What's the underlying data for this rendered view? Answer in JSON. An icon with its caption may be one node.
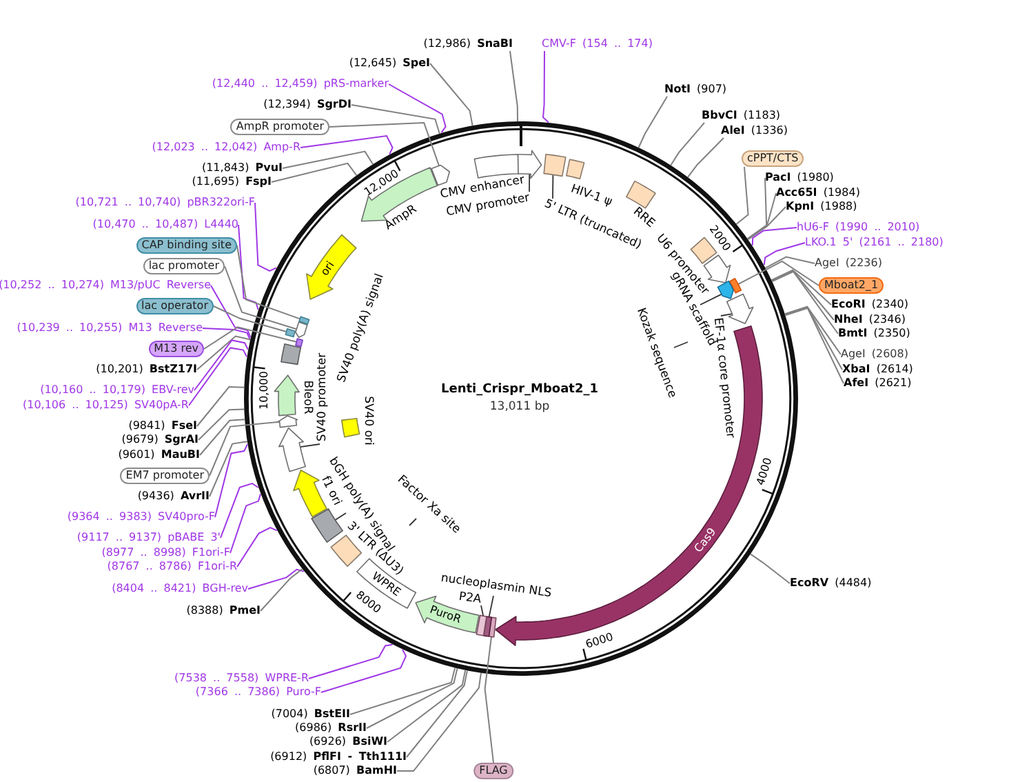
{
  "diagram": {
    "title": "Lenti_Crispr_Mboat2_1",
    "nodes": [
      {
        "text": [
          "(12,986) **SnaBI**"
        ]
      },
      {
        "text": [
          "CMV-F (154 .. 174)"
        ]
      },
      {
        "text": [
          "(12,645) **SpeI**"
        ]
      },
      {
        "text": [
          "(12,440 .. 12,459) pRS-marker"
        ]
      },
      {
        "text": [
          "(12,394) **SgrDI**"
        ]
      },
      {
        "text": [
          "AmpR promoter"
        ]
      },
      {
        "text": [
          "(12,023 .. 12,042) Amp-R"
        ]
      },
      {
        "text": [
          "(11,843) **PvuI**"
        ]
      },
      {
        "text": [
          "(11,695) **FspI**"
        ]
      },
      {
        "text": [
          "(10,721 .. 10,740) pBR322ori-F"
        ]
      },
      {
        "text": [
          "(10,470 .. 10,487) L4440"
        ]
      },
      {
        "text": [
          "CAP binding site"
        ]
      },
      {
        "text": [
          "lac promoter"
        ]
      },
      {
        "text": [
          "(10,252 .. 10,274) M13/pUC Reverse"
        ]
      },
      {
        "text": [
          "lac operator"
        ]
      },
      {
        "text": [
          "(10,239 .. 10,255) M13 Reverse"
        ]
      },
      {
        "text": [
          "M13 rev"
        ]
      },
      {
        "text": [
          "(10,201) **BstZ17I**"
        ]
      },
      {
        "text": [
          "(10,160 .. 10,179) EBV-rev"
        ]
      },
      {
        "text": [
          "(10,106 .. 10,125) SV40pA-R"
        ]
      },
      {
        "text": [
          "(9841) **FseI**"
        ]
      },
      {
        "text": [
          "(9679) **SgrAI**"
        ]
      },
      {
        "text": [
          "(9601) **MauBI**"
        ]
      },
      {
        "text": [
          "EM7 promoter"
        ]
      },
      {
        "text": [
          "(9436) **AvrII**"
        ]
      },
      {
        "text": [
          "(9364 .. 9383) SV40pro-F"
        ]
      },
      {
        "text": [
          "(9117 .. 9137) pBABE 3'"
        ]
      },
      {
        "text": [
          "(8977 .. 8998) F1ori-F"
        ]
      },
      {
        "text": [
          "(8767 .. 8786) F1ori-R"
        ]
      },
      {
        "text": [
          "(8404 .. 8421) BGH-rev"
        ]
      },
      {
        "text": [
          "(8388) **PmeI**"
        ]
      },
      {
        "text": [
          "(7538 .. 7558) WPRE-R"
        ]
      },
      {
        "text": [
          "(7366 .. 7386) Puro-F"
        ]
      },
      {
        "text": [
          "(7004) **BstEII**"
        ]
      },
      {
        "text": [
          "(6986) **RsrII**"
        ]
      },
      {
        "text": [
          "(6926) **BsiWI**"
        ]
      },
      {
        "text": [
          "(6912) **PflFI - Tth111I**"
        ]
      },
      {
        "text": [
          "(6807) **BamHI**"
        ]
      },
      {
        "text": [
          "FLAG"
        ]
      },
      {
        "text": [
          "**NotI** (907)"
        ]
      },
      {
        "text": [
          "**BbvCI** (1183)"
        ]
      },
      {
        "text": [
          "**AleI** (1336)"
        ]
      },
      {
        "text": [
          "cPPT/CTS"
        ]
      },
      {
        "text": [
          "**PacI** (1980)"
        ]
      },
      {
        "text": [
          "**Acc65I** (1984)"
        ]
      },
      {
        "text": [
          "**KpnI** (1988)"
        ]
      },
      {
        "text": [
          "hU6-F (1990 .. 2010)"
        ]
      },
      {
        "text": [
          "LKO.1 5' (2161 .. 2180)"
        ]
      },
      {
        "text": [
          "AgeI (2236)"
        ]
      },
      {
        "text": [
          "Mboat2_1"
        ]
      },
      {
        "text": [
          "**EcoRI** (2340)"
        ]
      },
      {
        "text": [
          "**NheI** (2346)"
        ]
      },
      {
        "text": [
          "**BmtI** (2350)"
        ]
      },
      {
        "text": [
          "AgeI (2608)"
        ]
      },
      {
        "text": [
          "**XbaI** (2614)"
        ]
      },
      {
        "text": [
          "**AfeI** (2621)"
        ]
      },
      {
        "text": [
          "**EcoRV** (4484)"
        ]
      },
      {
        "text": [],
        "shape": "circle"
      },
      {
        "text": [],
        "shape": "arrow",
        "beside": [
          "AmpR"
        ],
        "in": 57
      },
      {
        "text": [],
        "shape": "arrow",
        "in": 57
      },
      {
        "text": [],
        "shape": "box",
        "beside": [
          "CMV enhancer"
        ],
        "in": 57
      },
      {
        "text": [],
        "shape": "arrow",
        "in": 57
      },
      {
        "text": [
          "CMV promoter"
        ],
        "in": 57
      },
      {
        "text": [],
        "shape": "box",
        "in": 57
      },
      {
        "text": [
          "5' LTR (truncated)"
        ],
        "in": 57
      },
      {
        "text": [],
        "shape": "box",
        "beside": [
          "HIV-1 ψ"
        ],
        "in": 57
      },
      {
        "text": [
          "RRE"
        ],
        "in": 57
      },
      {
        "text": [],
        "shape": "box",
        "in": 57
      },
      {
        "text": [],
        "shape": "arrow",
        "beside": [
          "U6 promoter"
        ],
        "in": 57
      },
      {
        "text": [],
        "shape": "bar",
        "in": 57
      },
      {
        "text": [],
        "shape": "arrow",
        "in": 57
      },
      {
        "text": [
          "gRNA scaffold"
        ],
        "in": 57
      },
      {
        "text": [],
        "shape": "arrow",
        "in": 57
      },
      {
        "text": [
          "EF-1α core promoter"
        ],
        "in": 57
      },
      {
        "text": [
          "Kozak sequence"
        ],
        "in": 57
      },
      {
        "text": [
          "Cas9"
        ],
        "in": 57
      },
      {
        "text": [],
        "shape": "bar",
        "in": 57
      },
      {
        "text": [],
        "shape": "bar",
        "in": 57
      },
      {
        "text": [
          "nucleoplasmin NLS"
        ],
        "in": 57
      },
      {
        "text": [],
        "shape": "bar",
        "in": 57
      },
      {
        "text": [
          "P2A"
        ],
        "in": 57
      },
      {
        "text": [
          "PuroR"
        ],
        "in": 57
      },
      {
        "text": [
          "WPRE"
        ],
        "in": 57
      },
      {
        "text": [],
        "shape": "box",
        "beside": [
          "3' LTR (ΔU3)"
        ],
        "in": 57
      },
      {
        "text": [],
        "shape": "box",
        "in": 57
      },
      {
        "text": [
          "bGH poly(A) signal"
        ],
        "in": 57
      },
      {
        "text": [],
        "shape": "arrow",
        "beside": [
          "f1 ori"
        ],
        "in": 57
      },
      {
        "text": [
          "Factor Xa site"
        ],
        "in": 57
      },
      {
        "text": [],
        "shape": "arrow",
        "in": 57
      },
      {
        "text": [
          "SV40 promoter"
        ],
        "in": 57
      },
      {
        "text": [],
        "shape": "box",
        "beside": [
          "SV40 ori"
        ],
        "in": 57
      },
      {
        "text": [],
        "shape": "arrow",
        "in": 57
      },
      {
        "text": [],
        "shape": "arrow",
        "beside": [
          "BleoR"
        ],
        "in": 57
      },
      {
        "text": [],
        "shape": "box",
        "in": 57
      },
      {
        "text": [],
        "shape": "bar",
        "in": 57
      },
      {
        "text": [],
        "shape": "bar",
        "in": 57
      },
      {
        "text": [],
        "shape": "arrow",
        "in": 57
      },
      {
        "text": [],
        "shape": "bar",
        "in": 57
      },
      {
        "text": [
          "ori"
        ],
        "in": 57
      }
    ],
    "edges": [
      {
        "from": 0,
        "to": 57,
        "arrow": "none"
      },
      {
        "from": 1,
        "to": 57,
        "arrow": "none",
        "color": "#a037e6"
      },
      {
        "from": 2,
        "to": 57,
        "arrow": "none"
      },
      {
        "from": 3,
        "to": 57,
        "arrow": "none",
        "color": "#a037e6"
      },
      {
        "from": 4,
        "to": 57,
        "arrow": "none"
      },
      {
        "from": 5,
        "to": 59,
        "arrow": "none"
      },
      {
        "from": 6,
        "to": 57,
        "arrow": "none",
        "color": "#a037e6"
      },
      {
        "from": 7,
        "to": 57,
        "arrow": "none"
      },
      {
        "from": 8,
        "to": 57,
        "arrow": "none"
      },
      {
        "from": 9,
        "to": 57,
        "arrow": "none",
        "color": "#a037e6"
      },
      {
        "from": 10,
        "to": 57,
        "arrow": "none",
        "color": "#a037e6"
      },
      {
        "from": 11,
        "to": 97,
        "arrow": "none"
      },
      {
        "from": 12,
        "to": 96,
        "arrow": "none"
      },
      {
        "from": 13,
        "to": 57,
        "arrow": "none",
        "color": "#a037e6"
      },
      {
        "from": 14,
        "to": 95,
        "arrow": "none"
      },
      {
        "from": 15,
        "to": 57,
        "arrow": "none",
        "color": "#a037e6"
      },
      {
        "from": 16,
        "to": 94,
        "arrow": "none"
      },
      {
        "from": 17,
        "to": 57,
        "arrow": "none"
      },
      {
        "from": 18,
        "to": 57,
        "arrow": "none",
        "color": "#a037e6"
      },
      {
        "from": 19,
        "to": 57,
        "arrow": "none",
        "color": "#a037e6"
      },
      {
        "from": 20,
        "to": 57,
        "arrow": "none"
      },
      {
        "from": 21,
        "to": 57,
        "arrow": "none"
      },
      {
        "from": 22,
        "to": 57,
        "arrow": "none"
      },
      {
        "from": 23,
        "to": 91,
        "arrow": "none"
      },
      {
        "from": 24,
        "to": 57,
        "arrow": "none"
      },
      {
        "from": 25,
        "to": 57,
        "arrow": "none",
        "color": "#a037e6"
      },
      {
        "from": 26,
        "to": 57,
        "arrow": "none",
        "color": "#a037e6"
      },
      {
        "from": 27,
        "to": 57,
        "arrow": "none",
        "color": "#a037e6"
      },
      {
        "from": 28,
        "to": 57,
        "arrow": "none",
        "color": "#a037e6"
      },
      {
        "from": 29,
        "to": 57,
        "arrow": "none",
        "color": "#a037e6"
      },
      {
        "from": 30,
        "to": 57,
        "arrow": "none"
      },
      {
        "from": 31,
        "to": 57,
        "arrow": "none",
        "color": "#a037e6"
      },
      {
        "from": 32,
        "to": 57,
        "arrow": "none",
        "color": "#a037e6"
      },
      {
        "from": 33,
        "to": 57,
        "arrow": "none"
      },
      {
        "from": 34,
        "to": 57,
        "arrow": "none"
      },
      {
        "from": 35,
        "to": 57,
        "arrow": "none"
      },
      {
        "from": 36,
        "to": 57,
        "arrow": "none"
      },
      {
        "from": 37,
        "to": 57,
        "arrow": "none"
      },
      {
        "from": 38,
        "to": 76,
        "arrow": "none"
      },
      {
        "from": 39,
        "to": 57,
        "arrow": "none"
      },
      {
        "from": 40,
        "to": 57,
        "arrow": "none"
      },
      {
        "from": 41,
        "to": 57,
        "arrow": "none"
      },
      {
        "from": 42,
        "to": 57,
        "arrow": "none"
      },
      {
        "from": 43,
        "to": 57,
        "arrow": "none"
      },
      {
        "from": 44,
        "to": 57,
        "arrow": "none"
      },
      {
        "from": 45,
        "to": 57,
        "arrow": "none"
      },
      {
        "from": 46,
        "to": 57,
        "arrow": "none",
        "color": "#a037e6"
      },
      {
        "from": 47,
        "to": 57,
        "arrow": "none",
        "color": "#a037e6"
      },
      {
        "from": 48,
        "to": 57,
        "arrow": "none"
      },
      {
        "from": 49,
        "to": 69,
        "arrow": "none"
      },
      {
        "from": 50,
        "to": 57,
        "arrow": "none"
      },
      {
        "from": 51,
        "to": 57,
        "arrow": "none"
      },
      {
        "from": 52,
        "to": 57,
        "arrow": "none"
      },
      {
        "from": 53,
        "to": 57,
        "arrow": "none"
      },
      {
        "from": 54,
        "to": 57,
        "arrow": "none"
      },
      {
        "from": 55,
        "to": 57,
        "arrow": "none"
      },
      {
        "from": 56,
        "to": 57,
        "arrow": "none"
      },
      {
        "from": 62,
        "to": 61,
        "arrow": "none",
        "color": "#333333"
      },
      {
        "from": 64,
        "to": 63,
        "arrow": "none",
        "color": "#333333"
      },
      {
        "from": 71,
        "to": 70,
        "arrow": "none",
        "color": "#333333"
      },
      {
        "from": 73,
        "to": 72,
        "arrow": "none",
        "color": "#333333"
      },
      {
        "from": 74,
        "to": null,
        "arrow": "none",
        "color": "#333333"
      },
      {
        "from": 78,
        "to": 77,
        "arrow": "none",
        "color": "#333333"
      },
      {
        "from": 80,
        "to": 79,
        "arrow": "none",
        "color": "#333333"
      },
      {
        "from": 85,
        "to": 84,
        "arrow": "none",
        "color": "#333333"
      },
      {
        "from": 87,
        "to": null,
        "arrow": "none",
        "color": "#333333"
      },
      {
        "from": 89,
        "to": 88,
        "arrow": "none",
        "color": "#333333"
      }
    ],
    "labels": [
      "12,000",
      "2000",
      "SV40 poly(A) signal",
      "10,000",
      "13,011 bp",
      "4000",
      "8000",
      "6000"
    ]
  }
}
